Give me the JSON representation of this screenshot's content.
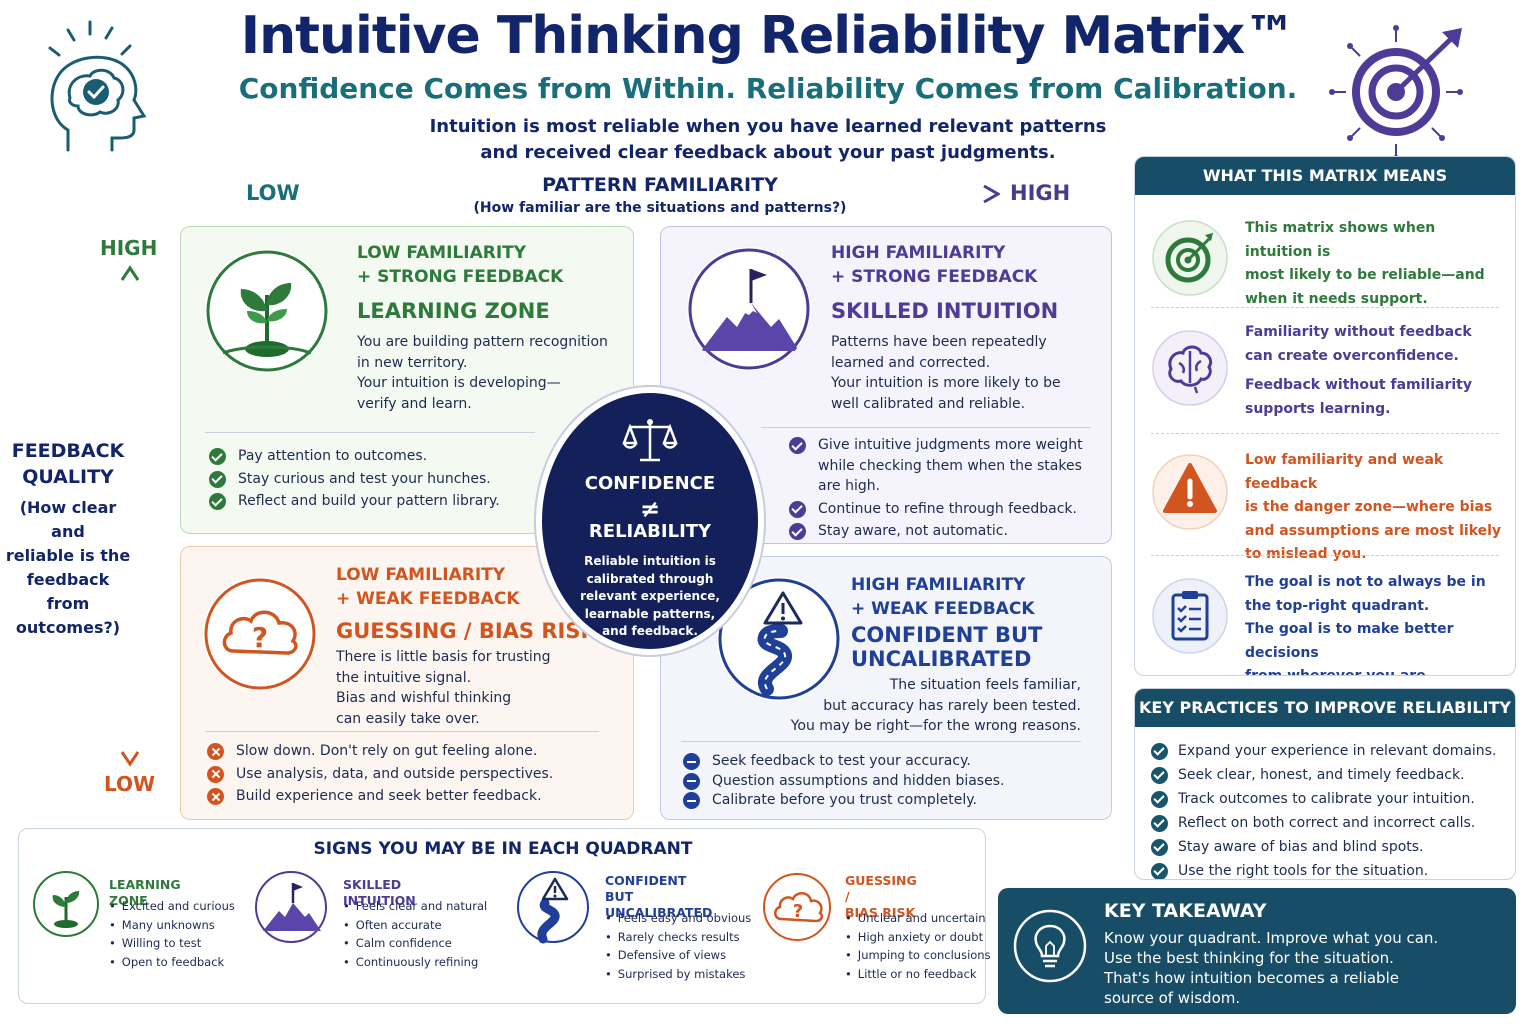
{
  "header": {
    "title": "Intuitive Thinking Reliability Matrix™",
    "subtitle": "Confidence Comes from Within. Reliability Comes from Calibration.",
    "intro_lines": [
      "Intuition is most reliable when you have learned relevant patterns",
      "and received clear feedback about your past judgments."
    ]
  },
  "axes": {
    "x": {
      "low": "LOW",
      "high": "HIGH",
      "title": "PATTERN FAMILIARITY",
      "subtitle": "(How familiar are the situations and patterns?)"
    },
    "y": {
      "high": "HIGH",
      "low": "LOW",
      "title_lines": [
        "FEEDBACK",
        "QUALITY"
      ],
      "subtitle_lines": [
        "(How clear and",
        "reliable is the",
        "feedback from",
        "outcomes?)"
      ]
    }
  },
  "quadrants": {
    "learning": {
      "color": "#2d7a3a",
      "heading_lines": [
        "LOW FAMILIARITY",
        "+ STRONG FEEDBACK"
      ],
      "zone": "LEARNING ZONE",
      "desc_lines": [
        "You are building pattern recognition",
        "in new territory.",
        "Your intuition is developing—",
        "verify and learn."
      ],
      "items": [
        "Pay attention to outcomes.",
        "Stay curious and test your hunches.",
        "Reflect and build your pattern library."
      ]
    },
    "skilled": {
      "color": "#4e3a97",
      "heading_lines": [
        "HIGH FAMILIARITY",
        "+ STRONG FEEDBACK"
      ],
      "zone": "SKILLED INTUITION",
      "desc_lines": [
        "Patterns have been repeatedly",
        "learned and corrected.",
        "Your intuition is more likely to be",
        "well calibrated and reliable."
      ],
      "items": [
        "Give intuitive judgments more weight while checking them when the stakes are high.",
        "Continue to refine through feedback.",
        "Stay aware, not automatic."
      ]
    },
    "guessing": {
      "color": "#d2541f",
      "heading_lines": [
        "LOW FAMILIARITY",
        "+ WEAK FEEDBACK"
      ],
      "zone": "GUESSING / BIAS RISK",
      "desc_lines": [
        "There is little basis for trusting",
        "the intuitive signal.",
        "Bias and wishful thinking",
        "can easily take over."
      ],
      "items": [
        "Slow down. Don't rely on gut feeling alone.",
        "Use analysis, data, and outside perspectives.",
        "Build experience and seek better feedback."
      ]
    },
    "confident": {
      "color": "#1f3f99",
      "heading_lines": [
        "HIGH FAMILIARITY",
        "+ WEAK FEEDBACK"
      ],
      "zone_lines": [
        "CONFIDENT BUT",
        "UNCALIBRATED"
      ],
      "desc_lines": [
        "The situation feels familiar,",
        "but accuracy has rarely been tested.",
        "You may be right—for the wrong reasons."
      ],
      "items": [
        "Seek feedback to test your accuracy.",
        "Question assumptions and hidden biases.",
        "Calibrate before you trust completely."
      ]
    }
  },
  "center": {
    "line1": "CONFIDENCE",
    "symbol": "≠",
    "line2": "RELIABILITY",
    "desc_lines": [
      "Reliable intuition is",
      "calibrated through",
      "relevant experience,",
      "learnable patterns,",
      "and feedback."
    ]
  },
  "meaning": {
    "title": "WHAT THIS MATRIX MEANS",
    "rows": [
      {
        "icon": "target-icon",
        "color": "#2d7a3a",
        "lines": [
          "This matrix shows when intuition is",
          "most likely to be reliable—and",
          "when it needs support."
        ]
      },
      {
        "icon": "brain-icon",
        "color": "#4e3a97",
        "lines": [
          "Familiarity without feedback",
          "can create overconfidence."
        ],
        "lines2": [
          "Feedback without familiarity",
          "supports learning."
        ]
      },
      {
        "icon": "warning-icon",
        "color": "#d2541f",
        "lines": [
          "Low familiarity and weak feedback",
          "is the danger zone—where bias",
          "and assumptions are most likely",
          "to mislead you."
        ]
      },
      {
        "icon": "clipboard-icon",
        "color": "#1f3f99",
        "lines": [
          "The goal is not to always be in",
          "the top-right quadrant.",
          "The goal is to make better decisions",
          "from wherever you are."
        ]
      }
    ]
  },
  "practices": {
    "title": "KEY PRACTICES TO IMPROVE RELIABILITY",
    "items": [
      "Expand your experience in relevant domains.",
      "Seek clear, honest, and timely feedback.",
      "Track outcomes to calibrate your intuition.",
      "Reflect on both correct and incorrect calls.",
      "Stay aware of bias and blind spots.",
      "Use the right tools for the situation."
    ]
  },
  "takeaway": {
    "title": "KEY TAKEAWAY",
    "lines": [
      "Know your quadrant. Improve what you can.",
      "Use the best thinking for the situation.",
      "That's how intuition becomes a reliable",
      "source of wisdom."
    ]
  },
  "signs": {
    "title": "SIGNS YOU MAY BE IN EACH QUADRANT",
    "columns": [
      {
        "heading_lines": [
          "LEARNING ZONE"
        ],
        "color": "#2d7a3a",
        "items": [
          "Excited and curious",
          "Many unknowns",
          "Willing to test",
          "Open to feedback"
        ]
      },
      {
        "heading_lines": [
          "SKILLED INTUITION"
        ],
        "color": "#4e3a97",
        "items": [
          "Feels clear and natural",
          "Often accurate",
          "Calm confidence",
          "Continuously refining"
        ]
      },
      {
        "heading_lines": [
          "CONFIDENT BUT",
          "UNCALIBRATED"
        ],
        "color": "#1f3f99",
        "items": [
          "Feels easy and obvious",
          "Rarely checks results",
          "Defensive of views",
          "Surprised by mistakes"
        ]
      },
      {
        "heading_lines": [
          "GUESSING /",
          "BIAS RISK"
        ],
        "color": "#d2541f",
        "items": [
          "Unclear and uncertain",
          "High anxiety or doubt",
          "Jumping to conclusions",
          "Little or no feedback"
        ]
      }
    ]
  }
}
